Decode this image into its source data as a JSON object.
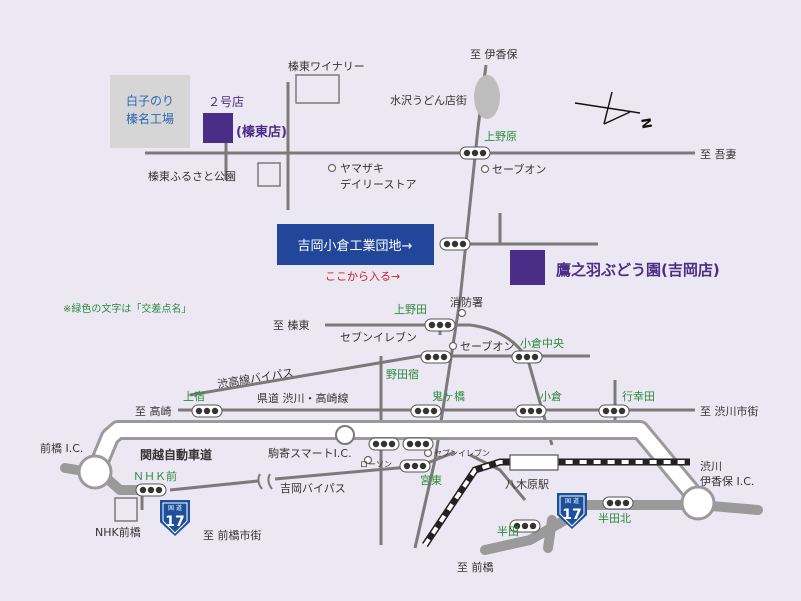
{
  "colors": {
    "background": "#ece8f3",
    "road": "#7a7a7a",
    "highway": "#9a9a9a",
    "highway_fill": "#ffffff",
    "text": "#333333",
    "intersection_text": "#2c8a3c",
    "store": "#4a2d86",
    "banner_bg": "#22479a",
    "banner_text": "#ffffff",
    "entry_text": "#cc1f2a",
    "route_shield": "#1d4f9c",
    "factory_box": "#d6d6d6",
    "factory_text": "#2d67b3"
  },
  "labels": {
    "to_ikaho": "至 伊香保",
    "to_agatsuma": "至 吾妻",
    "to_haruna": "至 榛東",
    "to_takasaki": "至 高崎",
    "to_shibukawa_shigai": "至 渋川市街",
    "to_maebashi_shigai": "至 前橋市街",
    "to_maebashi": "至 前橋",
    "factory": [
      "白子のり",
      "榛名工場"
    ],
    "store2_name": "２号店",
    "store2_branch": "(榛東店)",
    "main_store": "鷹之羽ぶどう園(吉岡店)",
    "industrial_park": "吉岡小倉工業団地→",
    "enter_here": "ここから入る→",
    "note": "※緑色の文字は「交差点名」",
    "winery": "榛東ワイナリー",
    "mizusawa": "水沢うどん店街",
    "furusato_park": "榛東ふるさと公園",
    "yamazaki": [
      "ヤマザキ",
      "デイリーストア"
    ],
    "seven_eleven_a": "セブンイレブン",
    "seven_eleven_b": "セブンイレブン",
    "seiyon_a": "セーブオン",
    "seiyon_b": "セーブオン",
    "fire_station": "消防署",
    "lawson": "ローソン",
    "kanetsu": "関越自動車道",
    "komagata_ic": "駒寄スマートI.C.",
    "yoshioka_bypass": "吉岡バイパス",
    "shibukawa_bypass": "渋高線バイパス",
    "prefectural_road": "県道 渋川・高崎線",
    "maebashi_ic": "前橋 I.C.",
    "shibukawa_ic": [
      "渋川",
      "伊香保 I.C."
    ],
    "nhk_maebashi": "NHK前橋",
    "yagihara_station": "八木原駅",
    "national_route_caption": "国 道",
    "national_route_number": "17",
    "north_mark": "N"
  },
  "intersections": {
    "kaminohara": "上野原",
    "kaminoda": "上野田",
    "nodajuku": "野田宿",
    "ogura_chuo": "小倉中央",
    "kamijuku": "上宿",
    "onigahashi": "鬼ヶ橋",
    "ogura": "小倉",
    "kokoden": "行幸田",
    "nhk_mae": "ＮＨＫ前",
    "miyahigashi": "宮東",
    "handa": "半田",
    "handakita": "半田北"
  }
}
